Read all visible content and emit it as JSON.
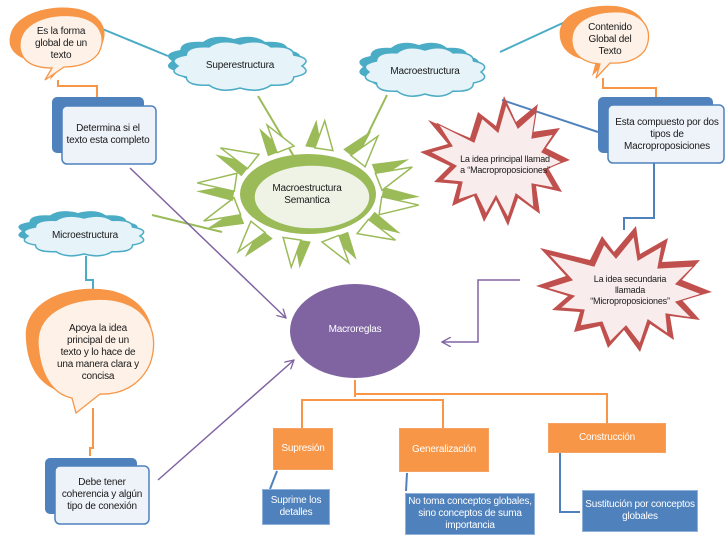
{
  "diagram": {
    "title_node": "Macroestructura Semantica",
    "colors": {
      "cloud_fill": "#e6f3f9",
      "cloud_shadow": "#4bacc6",
      "orange": "#f79646",
      "bubble_fill": "#fdf1e8",
      "blue": "#4f81bd",
      "box_fill": "#eef3fa",
      "green": "#9bbb59",
      "green_fill": "#eef3e6",
      "red": "#c0504d",
      "star_fill": "#f8ecec",
      "purple": "#8064a2"
    },
    "clouds": {
      "superestructura": "Superestructura",
      "macroestructura": "Macroestructura",
      "microestructura": "Microestructura"
    },
    "bubbles": {
      "superestructura_note": "Es la forma global de un texto",
      "macroestructura_note": "Contenido Global del Texto",
      "microestructura_note": "Apoya la idea principal de un texto y lo hace de una manera clara y concisa"
    },
    "boxes": {
      "superestructura_detail": "Determina si el texto esta completo",
      "macroestructura_detail": "Esta compuesto por dos tipos de Macroproposiciones",
      "microestructura_detail": "Debe tener coherencia y algún tipo de conexión"
    },
    "stars": {
      "principal": "La idea principal llamada “Macroproposiciones”",
      "secundaria": "La idea secundaria llamada “Microproposiciones”"
    },
    "center": {
      "macroreglas": "Macroreglas"
    },
    "rules": [
      {
        "name": "Supresión",
        "description": "Suprime los detalles"
      },
      {
        "name": "Generalización",
        "description": "No toma conceptos globales, sino conceptos de suma importancia"
      },
      {
        "name": "Construcción",
        "description": "Sustitución por conceptos globales"
      }
    ]
  }
}
